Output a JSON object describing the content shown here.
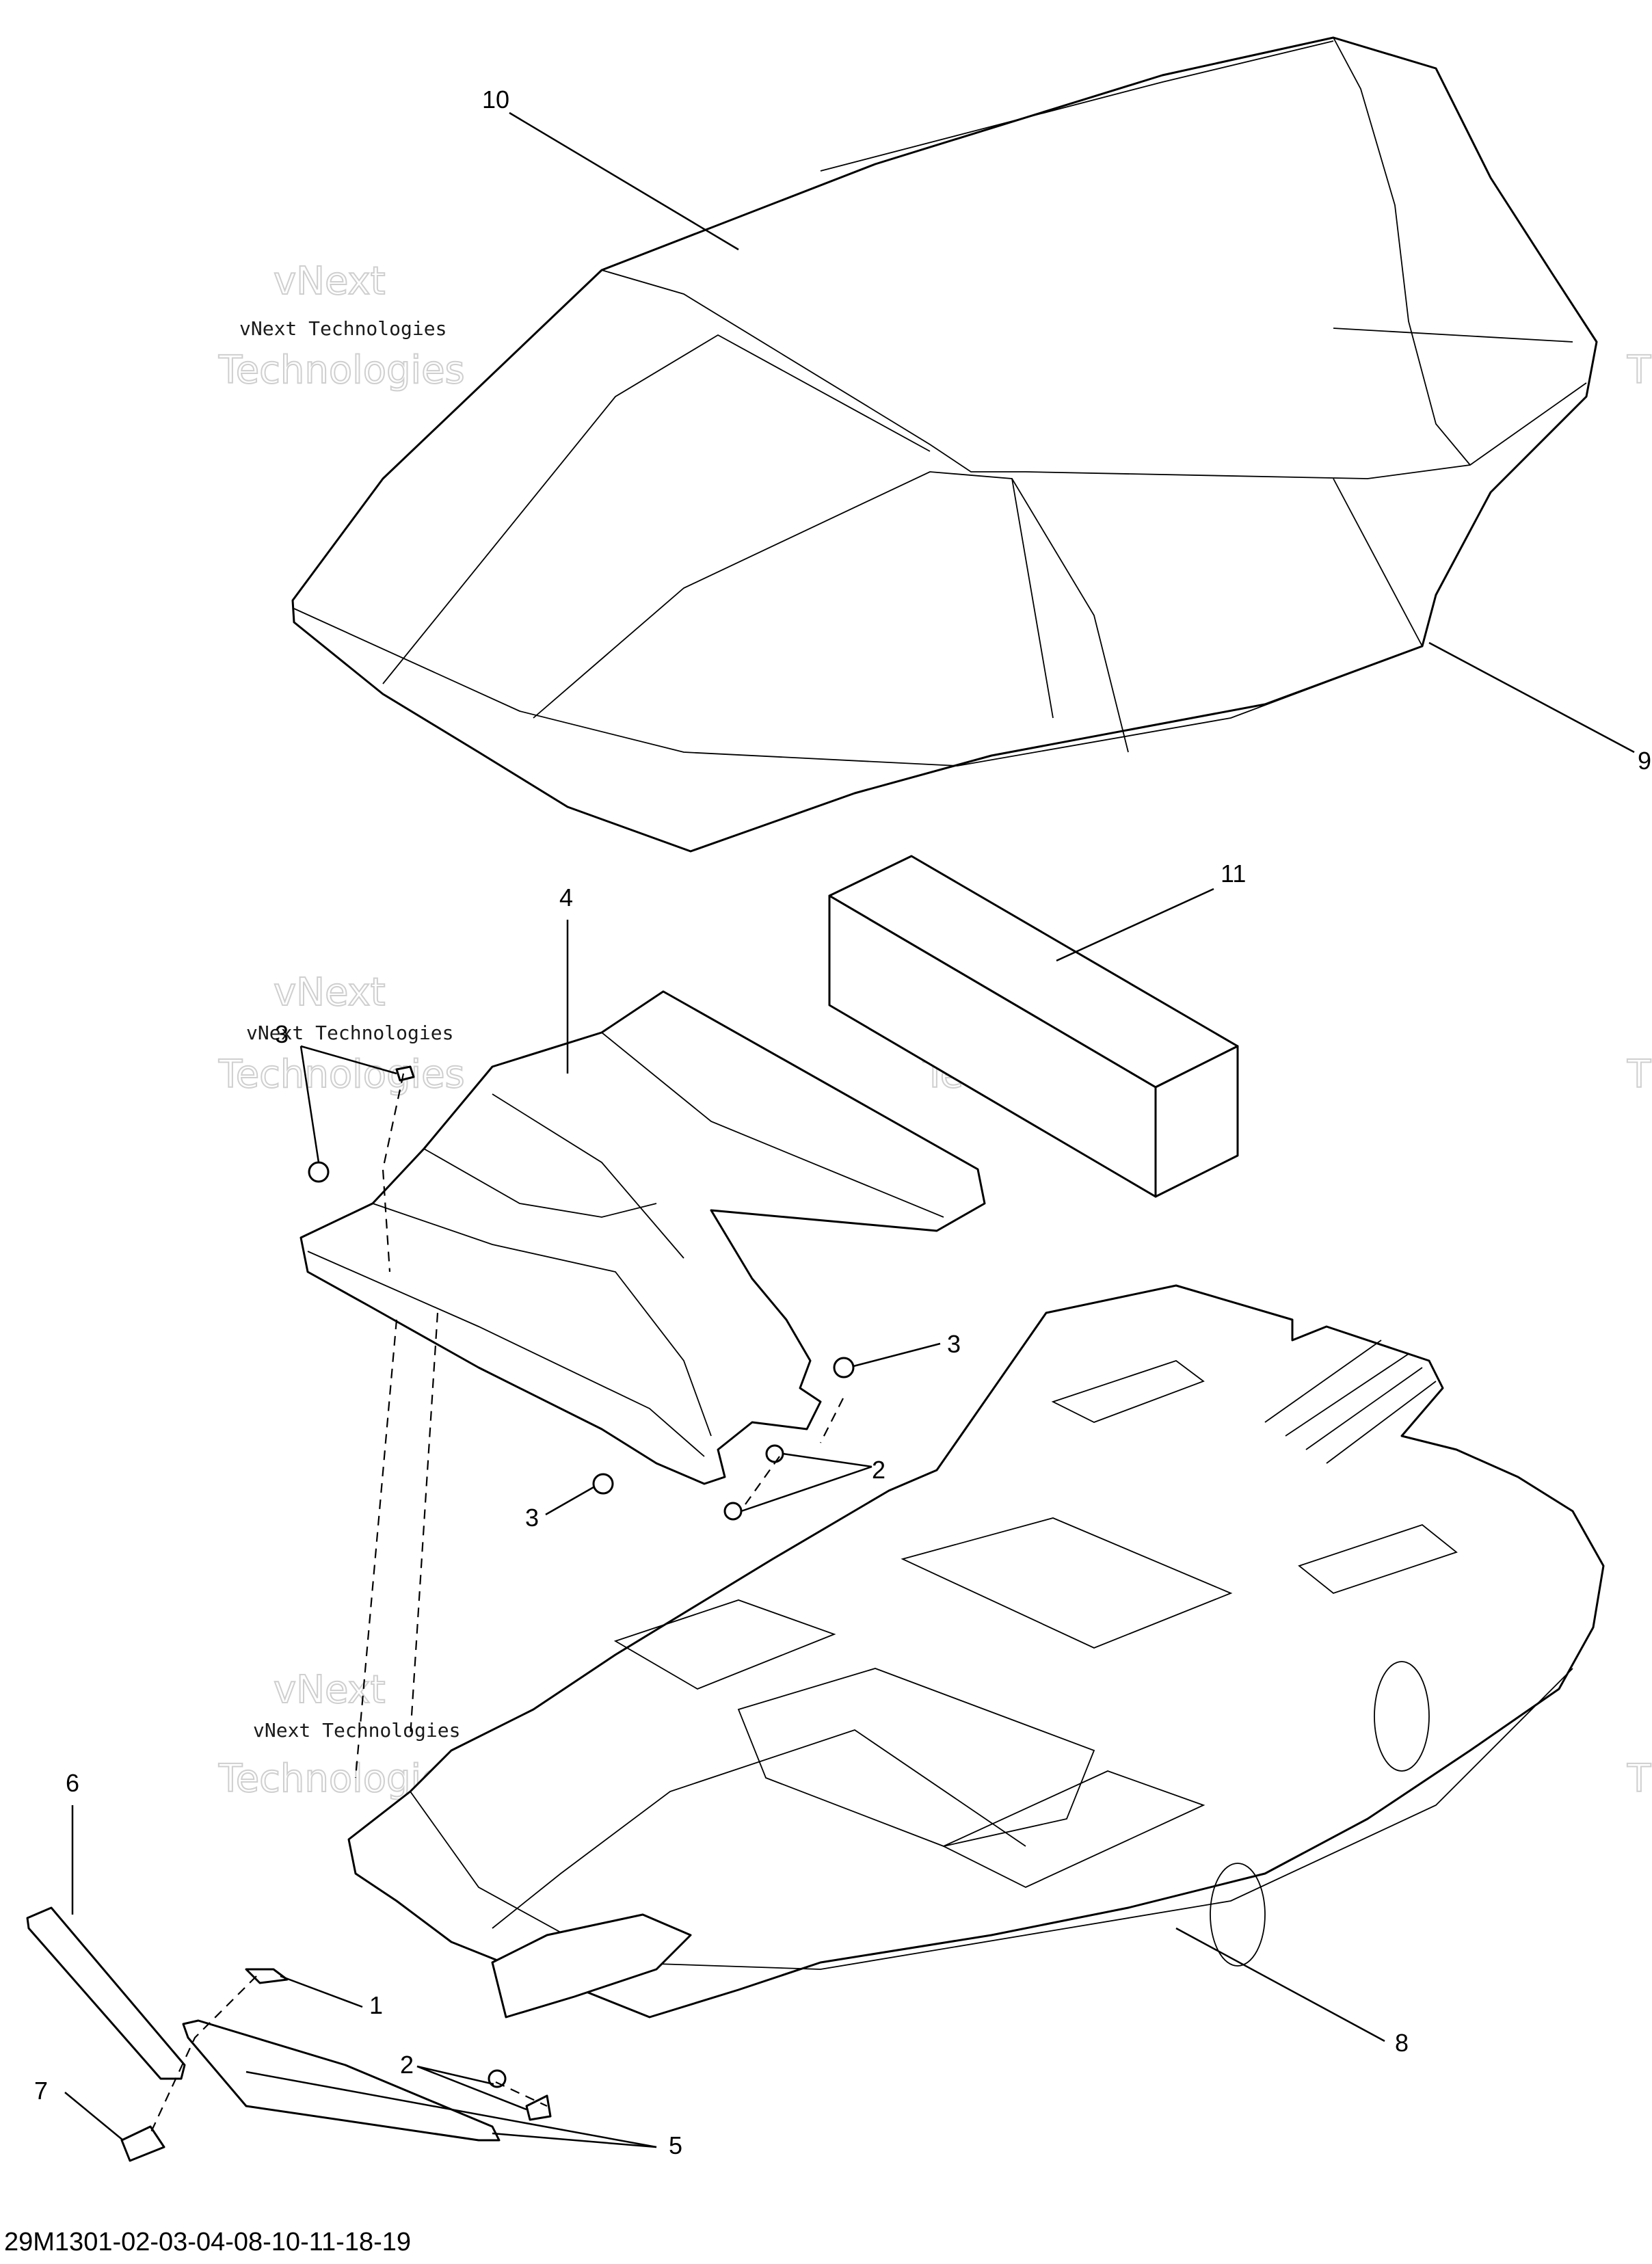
{
  "callouts": {
    "c1": "1",
    "c2a": "2",
    "c2b": "2",
    "c3a": "3",
    "c3b": "3",
    "c3c": "3",
    "c4": "4",
    "c5": "5",
    "c6": "6",
    "c7": "7",
    "c8": "8",
    "c9": "9",
    "c10": "10",
    "c11": "11"
  },
  "watermark": {
    "line_small": "vNext Technologies",
    "line_big_1": "vNext",
    "line_big_2": "Technologies",
    "edge_fragment": "T"
  },
  "document_code": "29M1301-02-03-04-08-10-11-18-19"
}
